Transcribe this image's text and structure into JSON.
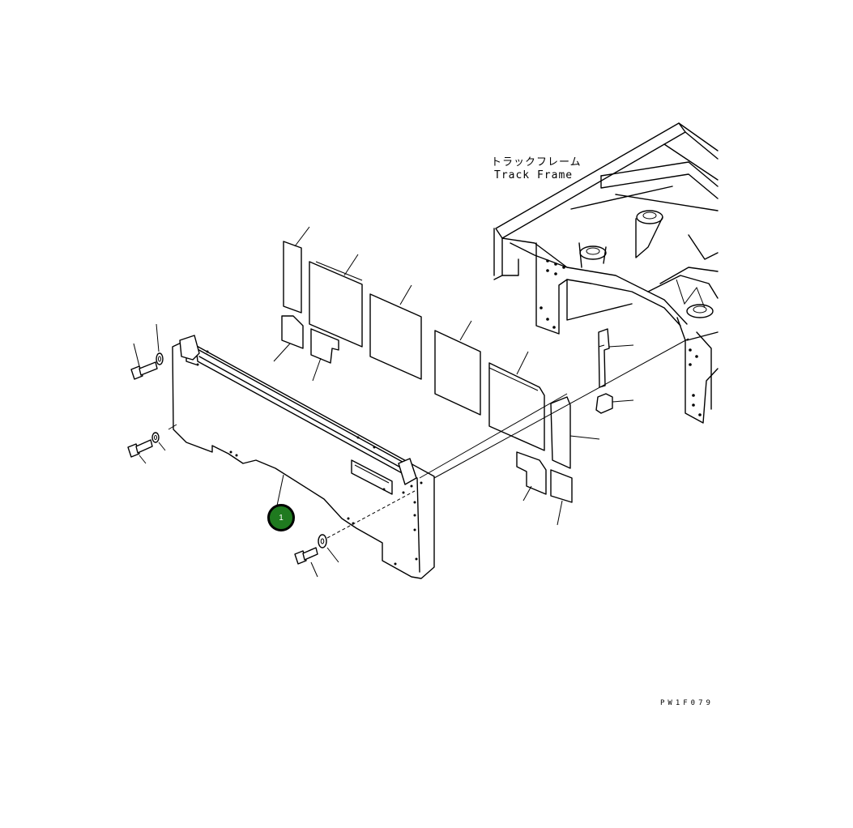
{
  "diagram": {
    "frame_label_jp": "トラックフレーム",
    "frame_label_en": "Track Frame",
    "drawing_code": "PW1F079",
    "callouts": [
      {
        "number": "1",
        "color": "#1f7a1f"
      }
    ]
  }
}
